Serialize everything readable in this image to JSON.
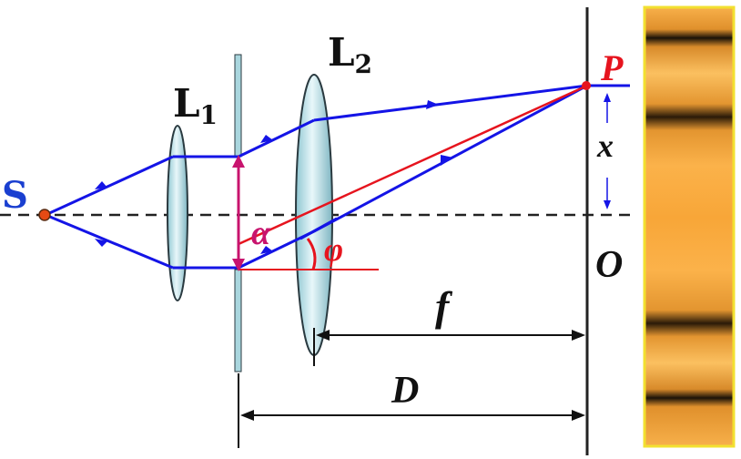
{
  "labels": {
    "source": "S",
    "lens1": "L",
    "lens1_sub": "1",
    "lens2": "L",
    "lens2_sub": "2",
    "point": "P",
    "origin": "O",
    "displacement": "x",
    "focal": "f",
    "distance": "D",
    "alpha": "α",
    "phi": "φ"
  },
  "colors": {
    "ray": "#1414e6",
    "diffracted": "#e6141e",
    "aperture": "#c8146e",
    "axis": "#222222",
    "lens_fill": "#bfe3ea",
    "lens_stroke": "#2a3a40",
    "label_blue": "#1a3fd0",
    "label_red": "#e6141e",
    "fringe_bright": "#f5a53a",
    "fringe_dark": "#1a1208"
  }
}
